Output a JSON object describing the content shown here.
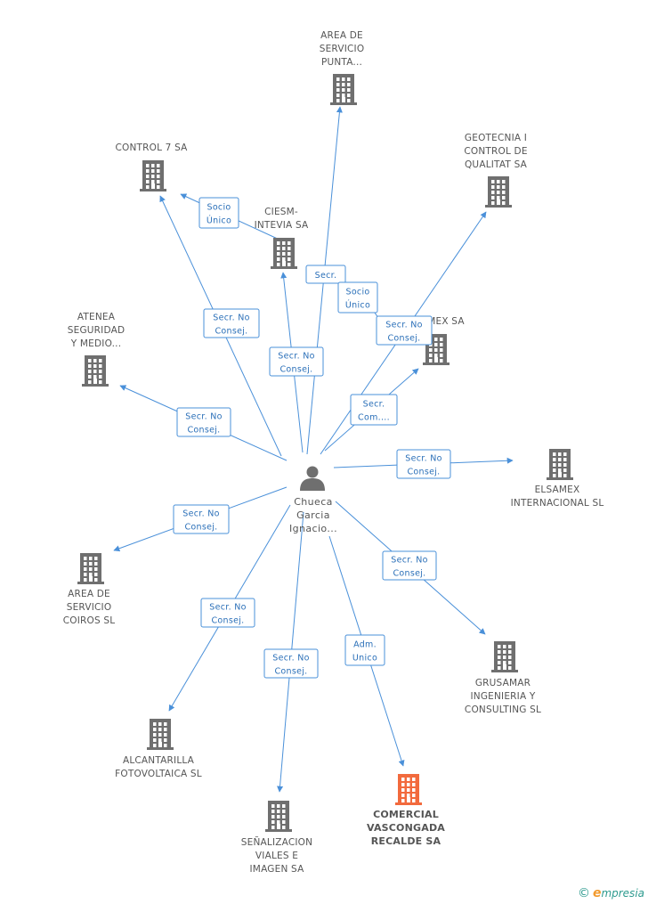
{
  "center": {
    "lines": [
      "Chueca",
      "Garcia",
      "Ignacio..."
    ],
    "icon": "person-icon"
  },
  "colors": {
    "edge": "#4a90d9",
    "building": "#6f6f6f",
    "highlight": "#f26a3d"
  },
  "companies": [
    {
      "id": "area-servicio-punta",
      "lines": [
        "AREA DE",
        "SERVICIO",
        "PUNTA..."
      ],
      "highlight": false
    },
    {
      "id": "control-7",
      "lines": [
        "CONTROL 7 SA"
      ],
      "highlight": false
    },
    {
      "id": "geotecnia",
      "lines": [
        "GEOTECNIA I",
        "CONTROL DE",
        "QUALITAT SA"
      ],
      "highlight": false
    },
    {
      "id": "ciesm-intevia",
      "lines": [
        "CIESM-",
        "INTEVIA SA"
      ],
      "highlight": false
    },
    {
      "id": "elsamex-sa",
      "lines": [
        "MEX SA"
      ],
      "highlight": false
    },
    {
      "id": "atenea",
      "lines": [
        "ATENEA",
        "SEGURIDAD",
        "Y MEDIO..."
      ],
      "highlight": false
    },
    {
      "id": "elsamex-internacional",
      "lines": [
        "ELSAMEX",
        "INTERNACIONAL SL"
      ],
      "highlight": false
    },
    {
      "id": "area-servicio-coiros",
      "lines": [
        "AREA DE",
        "SERVICIO",
        "COIROS SL"
      ],
      "highlight": false
    },
    {
      "id": "grusamar",
      "lines": [
        "GRUSAMAR",
        "INGENIERIA Y",
        "CONSULTING SL"
      ],
      "highlight": false
    },
    {
      "id": "alcantarilla",
      "lines": [
        "ALCANTARILLA",
        "FOTOVOLTAICA SL"
      ],
      "highlight": false
    },
    {
      "id": "senalizacion",
      "lines": [
        "SEÑALIZACION",
        "VIALES E",
        "IMAGEN SA"
      ],
      "highlight": false
    },
    {
      "id": "comercial-vascongada",
      "lines": [
        "COMERCIAL",
        "VASCONGADA",
        "RECALDE SA"
      ],
      "highlight": true
    }
  ],
  "relations": [
    {
      "target": "area-servicio-punta",
      "lines": [
        "Secr."
      ]
    },
    {
      "target": "control-7",
      "lines": [
        "Secr. No",
        "Consej."
      ]
    },
    {
      "target": "control-7",
      "lines": [
        "Socio",
        "Único"
      ],
      "secondary": true
    },
    {
      "target": "geotecnia",
      "lines": [
        "Secr. No",
        "Consej."
      ]
    },
    {
      "target": "geotecnia",
      "lines": [
        "Socio",
        "Único"
      ],
      "secondary": true
    },
    {
      "target": "ciesm-intevia",
      "lines": [
        "Secr. No",
        "Consej."
      ]
    },
    {
      "target": "elsamex-sa",
      "lines": [
        "Secr.",
        "Com...."
      ]
    },
    {
      "target": "atenea",
      "lines": [
        "Secr. No",
        "Consej."
      ]
    },
    {
      "target": "elsamex-internacional",
      "lines": [
        "Secr. No",
        "Consej."
      ]
    },
    {
      "target": "area-servicio-coiros",
      "lines": [
        "Secr. No",
        "Consej."
      ]
    },
    {
      "target": "grusamar",
      "lines": [
        "Secr. No",
        "Consej."
      ]
    },
    {
      "target": "alcantarilla",
      "lines": [
        "Secr. No",
        "Consej."
      ]
    },
    {
      "target": "senalizacion",
      "lines": [
        "Secr. No",
        "Consej."
      ]
    },
    {
      "target": "comercial-vascongada",
      "lines": [
        "Adm.",
        "Unico"
      ]
    }
  ],
  "footer": {
    "copyright": "©",
    "brand_initial": "e",
    "brand_rest": "mpresia"
  }
}
